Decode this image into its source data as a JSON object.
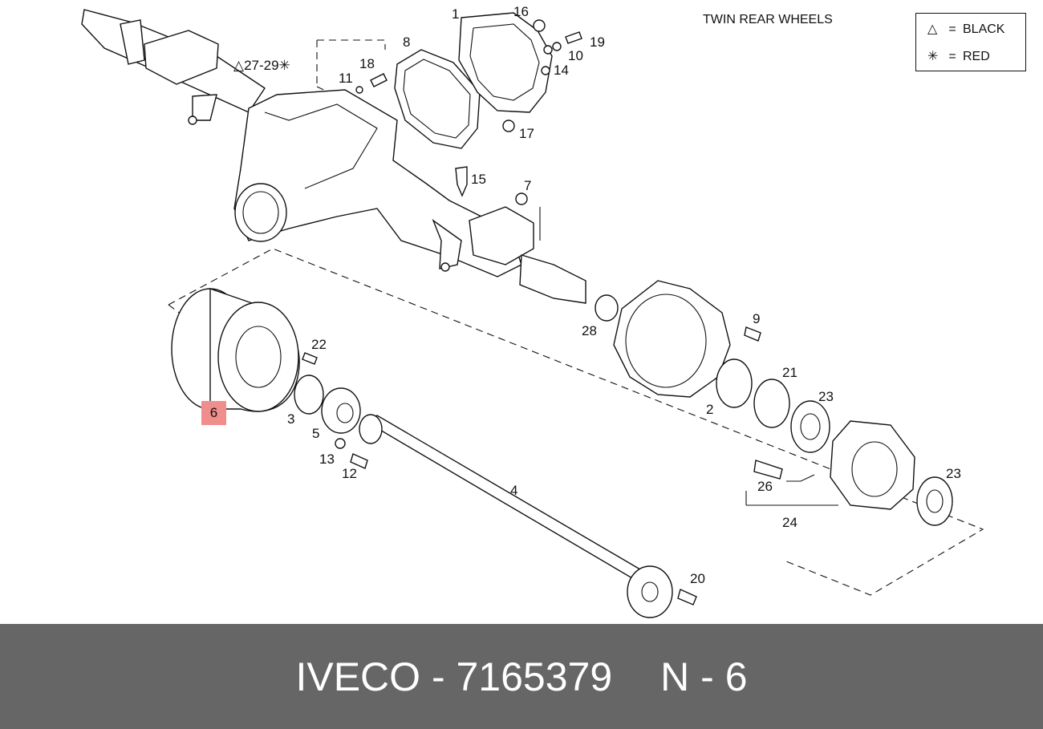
{
  "diagram": {
    "title_note": "TWIN REAR WHEELS",
    "legend": [
      {
        "symbol": "△",
        "equals": "=",
        "meaning": "BLACK"
      },
      {
        "symbol": "✳",
        "equals": "=",
        "meaning": "RED"
      }
    ],
    "group_label": "△27-29✳",
    "highlighted_part": "6",
    "callouts": [
      "1",
      "2",
      "3",
      "4",
      "5",
      "6",
      "7",
      "8",
      "9",
      "10",
      "11",
      "12",
      "13",
      "14",
      "15",
      "16",
      "17",
      "18",
      "19",
      "20",
      "21",
      "22",
      "23",
      "23",
      "24",
      "26",
      "28"
    ]
  },
  "footer": {
    "brand_part": "IVECO - 7165379",
    "position_ref": "N - 6"
  }
}
